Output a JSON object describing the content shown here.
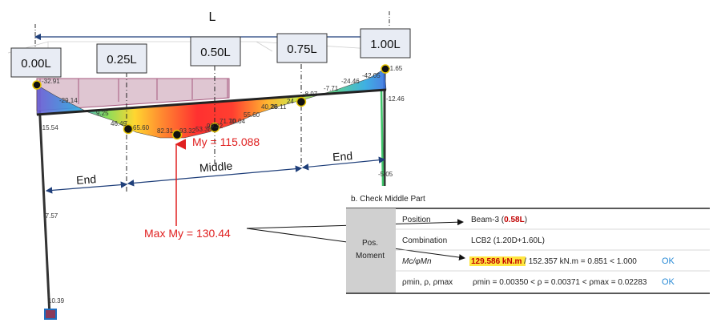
{
  "span_label": "L",
  "positions": [
    "0.00L",
    "0.25L",
    "0.50L",
    "0.75L",
    "1.00L"
  ],
  "segments": {
    "end_left": "End",
    "middle": "Middle",
    "end_right": "End"
  },
  "annotations": {
    "my": "My = 115.088",
    "max_my": "Max My = 130.44"
  },
  "moment_values": [
    "-32.91",
    "-29.14",
    "9.25",
    "46.49",
    "65.60",
    "82.31",
    "93.32",
    "53.38",
    "99.32",
    "71.70",
    "10.04",
    "55.60",
    "40.20",
    "26.11",
    "24",
    "-8.97",
    "-7.71",
    "-24.46",
    "-42.05",
    "-1.65",
    "-12.46",
    "-15.54",
    "-5.05",
    "-7.57",
    "10.39"
  ],
  "table": {
    "title": "b. Check Middle Part",
    "group_label_1": "Pos.",
    "group_label_2": "Moment",
    "rows": [
      {
        "label": "Position",
        "value_prefix": "Beam-3 (",
        "value_highlight": "0.58L",
        "value_suffix": ")",
        "status": ""
      },
      {
        "label": "Combination",
        "value_prefix": "LCB2 (1.20D+1.60L)",
        "value_highlight": "",
        "value_suffix": "",
        "status": ""
      },
      {
        "label": "Mc/φMn",
        "value_prefix": "",
        "value_highlight": "129.586 kN.m",
        "value_suffix": " / 152.357 kN.m = 0.851 < 1.000",
        "status": "OK"
      },
      {
        "label": "ρmin, ρ, ρmax",
        "value_prefix": "ρmin = 0.00350 < ρ = 0.00371 < ρmax = 0.02283",
        "value_highlight": "",
        "value_suffix": "",
        "status": "OK"
      }
    ]
  },
  "colors": {
    "label_red": "#e02020",
    "dim_blue": "#1f3f7a",
    "ok_blue": "#2a8bd6"
  }
}
